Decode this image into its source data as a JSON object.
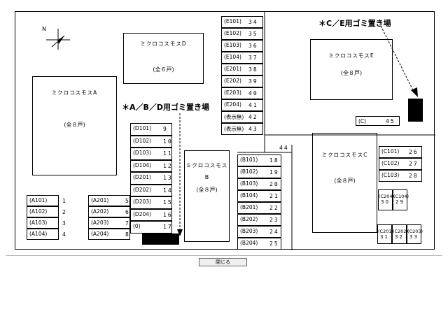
{
  "compass": {
    "north_label": "N"
  },
  "garbage": {
    "abd_label": "＊A／B／D用ゴミ置き場",
    "ce_label": "＊C／E用ゴミ置き場"
  },
  "buildings": {
    "A": {
      "name": "ミクロコスモスA",
      "units": "(全８戸)"
    },
    "B": {
      "name": "ミクロコスモス",
      "letter": "B",
      "units": "(全８戸)"
    },
    "C": {
      "name": "ミクロコスモスC",
      "units": "(全８戸)"
    },
    "D": {
      "name": "ミクロコスモスD",
      "units": "(全６戸)"
    },
    "E": {
      "name": "ミクロコスモスE",
      "units": "(全８戸)"
    }
  },
  "spaces": {
    "a_left": [
      {
        "code": "(A101)",
        "num": "1"
      },
      {
        "code": "(A102)",
        "num": "2"
      },
      {
        "code": "(A103)",
        "num": "3"
      },
      {
        "code": "(A104)",
        "num": "4"
      }
    ],
    "a_right": [
      {
        "code": "(A201)",
        "num": "5"
      },
      {
        "code": "(A202)",
        "num": "6"
      },
      {
        "code": "(A203)",
        "num": "7"
      },
      {
        "code": "(A204)",
        "num": "8"
      }
    ],
    "d": [
      {
        "code": "(D101)",
        "num": "9"
      },
      {
        "code": "(D102)",
        "num": "10"
      },
      {
        "code": "(D103)",
        "num": "11"
      },
      {
        "code": "(D104)",
        "num": "12"
      },
      {
        "code": "(D201)",
        "num": "13"
      },
      {
        "code": "(D202)",
        "num": "14"
      },
      {
        "code": "(D203)",
        "num": "15"
      },
      {
        "code": "(D204)",
        "num": "16"
      },
      {
        "code": "(0)",
        "num": "17"
      }
    ],
    "b": [
      {
        "code": "(B101)",
        "num": "18"
      },
      {
        "code": "(B102)",
        "num": "19"
      },
      {
        "code": "(B103)",
        "num": "20"
      },
      {
        "code": "(B104)",
        "num": "21"
      },
      {
        "code": "(B201)",
        "num": "22"
      },
      {
        "code": "(B202)",
        "num": "23"
      },
      {
        "code": "(B203)",
        "num": "24"
      },
      {
        "code": "(B204)",
        "num": "25"
      }
    ],
    "e": [
      {
        "code": "(E101)",
        "num": "34"
      },
      {
        "code": "(E102)",
        "num": "35"
      },
      {
        "code": "(E103)",
        "num": "36"
      },
      {
        "code": "(E104)",
        "num": "37"
      },
      {
        "code": "(E201)",
        "num": "38"
      },
      {
        "code": "(E202)",
        "num": "39"
      },
      {
        "code": "(E203)",
        "num": "40"
      },
      {
        "code": "(E204)",
        "num": "41"
      },
      {
        "code": "(表示無)",
        "num": "42"
      },
      {
        "code": "(表示無)",
        "num": "43"
      }
    ],
    "c_right": [
      {
        "code": "(C101)",
        "num": "26"
      },
      {
        "code": "(C102)",
        "num": "27"
      },
      {
        "code": "(C103)",
        "num": "28"
      }
    ],
    "c_single": {
      "code": "(C)",
      "num": "45"
    },
    "extra_44": "44",
    "c_small_top": [
      {
        "code": "(C204)",
        "num": "30"
      },
      {
        "code": "(C104)",
        "num": "29"
      }
    ],
    "c_small_bottom": [
      {
        "code": "(C201)",
        "num": "31"
      },
      {
        "code": "(C202)",
        "num": "32"
      },
      {
        "code": "(C203)",
        "num": "33"
      }
    ]
  },
  "footer": {
    "close_label": "閉じる"
  }
}
